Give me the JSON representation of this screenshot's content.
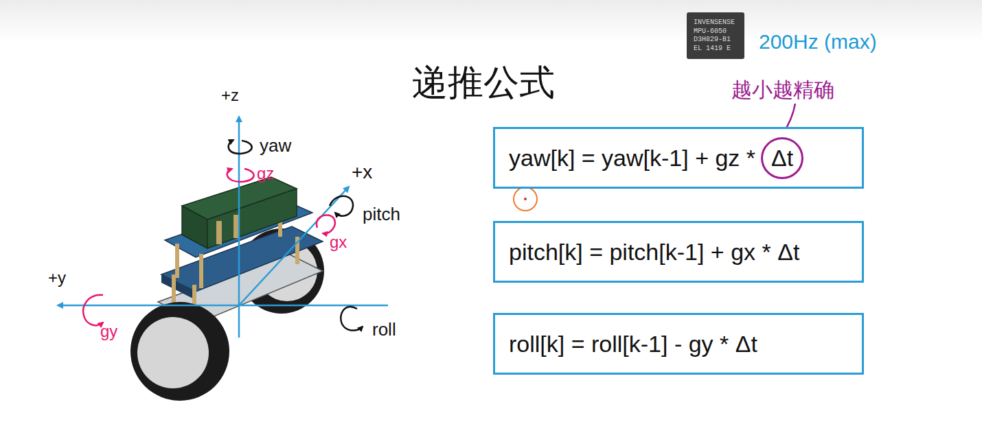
{
  "diagram": {
    "title": "递推公式",
    "nodes": [
      {
        "text": [
          "INVENSENSE MPU-6050 D3H829-B1 EL 1419 E"
        ]
      },
      {
        "text": [
          "yaw[k] = yaw[k-1] + gz *"
        ]
      },
      {
        "text": [
          "Δt"
        ],
        "in": 1
      },
      {
        "text": [
          "pitch[k] = pitch[k-1] + gx * Δt"
        ]
      },
      {
        "text": [
          "roll[k] = roll[k-1] - gy * Δt"
        ]
      }
    ],
    "labels": [
      "200Hz (max)",
      "越小越精确",
      "+z",
      "yaw",
      "gz",
      "+x",
      "pitch",
      "gx",
      "+y",
      "gy",
      "roll"
    ]
  }
}
